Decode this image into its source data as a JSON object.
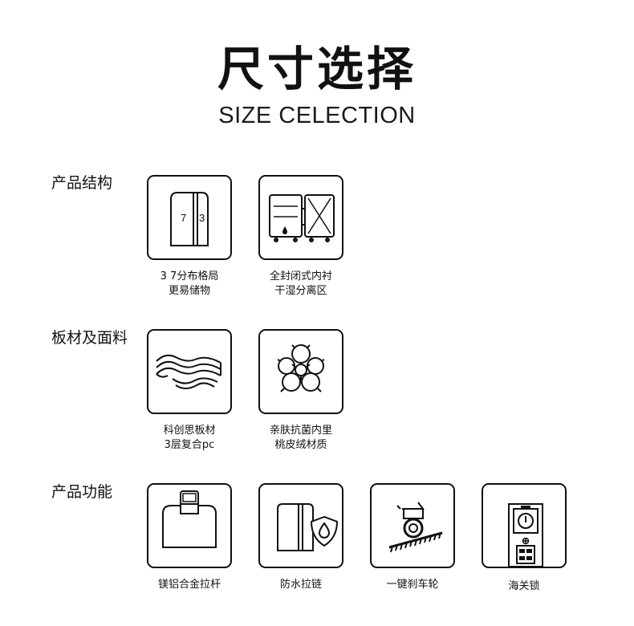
{
  "header": {
    "title": "尺寸选择",
    "subtitle": "SIZE CELECTION"
  },
  "sections": [
    {
      "label": "产品结构",
      "items": [
        {
          "icon": "split-compartment-icon",
          "lines": [
            "3 7分布格局",
            "更易储物"
          ],
          "digits": [
            "7",
            "3"
          ]
        },
        {
          "icon": "open-suitcase-lining-icon",
          "lines": [
            "全封闭式内衬",
            "干湿分离区"
          ]
        }
      ]
    },
    {
      "label": "板材及面料",
      "items": [
        {
          "icon": "layered-sheets-icon",
          "lines": [
            "科创思板材",
            "3层复合pc"
          ]
        },
        {
          "icon": "cotton-flower-icon",
          "lines": [
            "亲肤抗菌内里",
            "桃皮绒材质"
          ]
        }
      ]
    },
    {
      "label": "产品功能",
      "items": [
        {
          "icon": "trolley-handle-icon",
          "lines": [
            "镁铝合金拉杆"
          ]
        },
        {
          "icon": "waterproof-zipper-icon",
          "lines": [
            "防水拉链"
          ]
        },
        {
          "icon": "brake-wheel-icon",
          "lines": [
            "一键刹车轮"
          ]
        },
        {
          "icon": "customs-lock-icon",
          "lines": [
            "海关锁"
          ]
        }
      ]
    }
  ]
}
